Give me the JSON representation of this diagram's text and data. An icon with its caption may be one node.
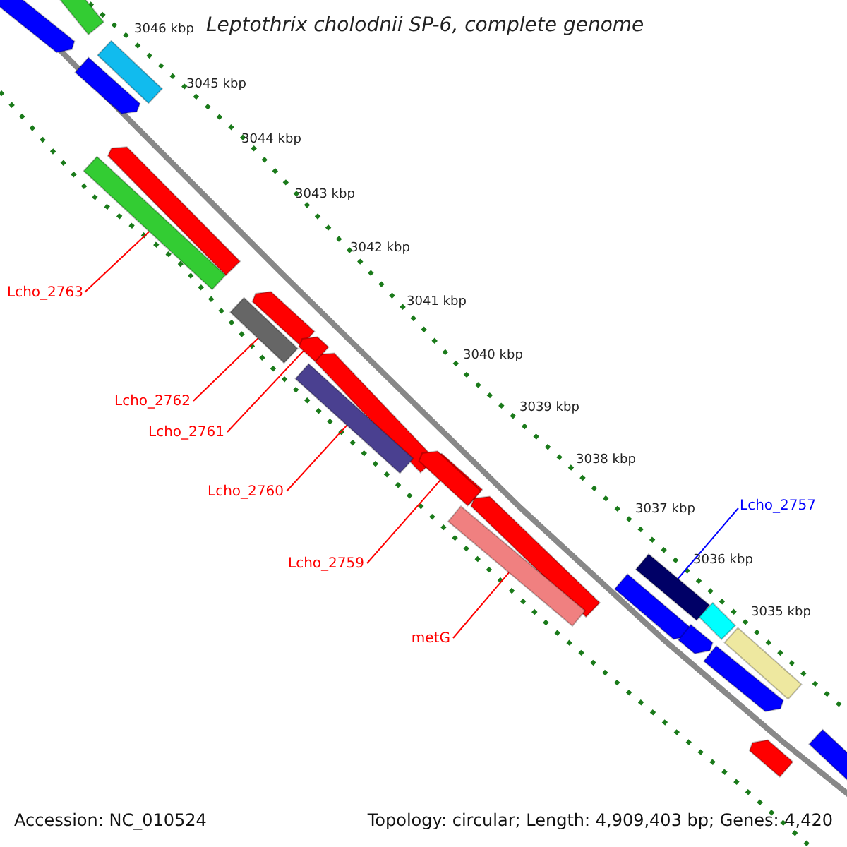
{
  "diagram": {
    "title": "Leptothrix cholodnii SP-6, complete genome",
    "nodes": [
      {
        "text": [
          "Lcho_2763"
        ]
      },
      {
        "text": [],
        "shape": "bar"
      },
      {
        "text": [
          "Lcho_2762"
        ]
      },
      {
        "text": [],
        "shape": "bar"
      },
      {
        "text": [
          "Lcho_2761"
        ]
      },
      {
        "text": [],
        "shape": "bar"
      },
      {
        "text": [
          "Lcho_2760"
        ]
      },
      {
        "text": [],
        "shape": "bar"
      },
      {
        "text": [
          "Lcho_2759"
        ]
      },
      {
        "text": [],
        "shape": "bar"
      },
      {
        "text": [
          "metG"
        ]
      },
      {
        "text": [],
        "shape": "bar"
      },
      {
        "text": [
          "Lcho_2757"
        ]
      },
      {
        "text": [],
        "shape": "bar"
      }
    ],
    "edges": [
      {
        "from": 0,
        "to": 1,
        "arrow": "none"
      },
      {
        "from": 2,
        "to": 3,
        "arrow": "none"
      },
      {
        "from": 4,
        "to": 5,
        "arrow": "none"
      },
      {
        "from": 6,
        "to": 7,
        "arrow": "none"
      },
      {
        "from": 8,
        "to": 9,
        "arrow": "none"
      },
      {
        "from": 10,
        "to": 11,
        "arrow": "none"
      },
      {
        "from": 12,
        "to": 13,
        "arrow": "none",
        "color": "#0000ff"
      }
    ],
    "labels": [
      "3046 kbp",
      "3045 kbp",
      "3044 kbp",
      "3043 kbp",
      "3042 kbp",
      "3041 kbp",
      "3040 kbp",
      "3039 kbp",
      "3038 kbp",
      "3037 kbp",
      "3036 kbp",
      "3035 kbp",
      "Accession: NC_010524",
      "Topology: circular; Length: 4,909,403 bp; Genes: 4,420"
    ]
  }
}
